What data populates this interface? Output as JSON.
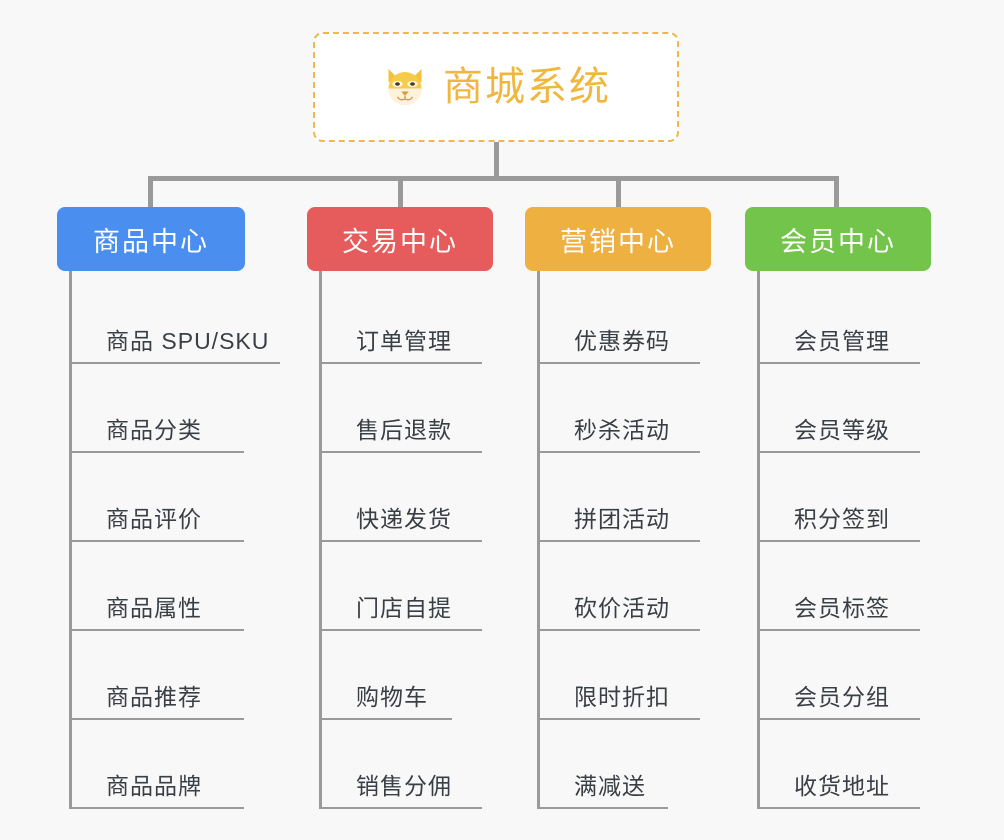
{
  "background_color": "#f8f8f8",
  "root": {
    "title": "商城系统",
    "icon": "shiba-dog-icon",
    "text_color": "#f0b73f",
    "border_color": "#eeb84a",
    "background_color": "#ffffff"
  },
  "connector_color": "#9a9a9a",
  "branches": [
    {
      "title": "商品中心",
      "color": "#4a8ff0",
      "leaves": [
        {
          "label": "商品 SPU/SKU"
        },
        {
          "label": "商品分类"
        },
        {
          "label": "商品评价"
        },
        {
          "label": "商品属性"
        },
        {
          "label": "商品推荐"
        },
        {
          "label": "商品品牌"
        }
      ]
    },
    {
      "title": "交易中心",
      "color": "#e65c5c",
      "leaves": [
        {
          "label": "订单管理"
        },
        {
          "label": "售后退款"
        },
        {
          "label": "快递发货"
        },
        {
          "label": "门店自提"
        },
        {
          "label": "购物车"
        },
        {
          "label": "销售分佣"
        }
      ]
    },
    {
      "title": "营销中心",
      "color": "#eeb040",
      "leaves": [
        {
          "label": "优惠券码"
        },
        {
          "label": "秒杀活动"
        },
        {
          "label": "拼团活动"
        },
        {
          "label": "砍价活动"
        },
        {
          "label": "限时折扣"
        },
        {
          "label": "满减送"
        }
      ]
    },
    {
      "title": "会员中心",
      "color": "#73c44a",
      "leaves": [
        {
          "label": "会员管理"
        },
        {
          "label": "会员等级"
        },
        {
          "label": "积分签到"
        },
        {
          "label": "会员标签"
        },
        {
          "label": "会员分组"
        },
        {
          "label": "收货地址"
        }
      ]
    }
  ]
}
